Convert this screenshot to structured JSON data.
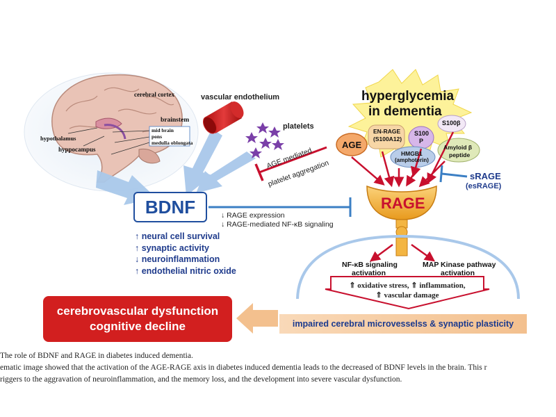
{
  "brain": {
    "cerebral_cortex": "cerebral cortex",
    "brainstem": "brainstem",
    "mid_brain": "mid brain",
    "pons": "pons",
    "medulla": "medulla oblongata",
    "hypothalamus": "hypothalamus",
    "hippocampus": "hyppocampus"
  },
  "vascular_endothelium": "vascular endothelium",
  "platelets": "platelets",
  "age_mediated": "AGE mediated",
  "platelet_aggregation": "platelet aggregation",
  "hyperglycemia_line1": "hyperglycemia",
  "hyperglycemia_line2": "in dementia",
  "ligands": {
    "age": "AGE",
    "en_rage_1": "EN-RAGE",
    "en_rage_2": "(S100A12)",
    "s100p_1": "S100",
    "s100p_2": "P",
    "s100b": "S100β",
    "hmgb1_1": "HMGB1",
    "hmgb1_2": "(amphoterin)",
    "amyloid_1": "Amyloid β",
    "amyloid_2": "peptide"
  },
  "srage_1": "sRAGE",
  "srage_2": "(esRAGE)",
  "rage": "RAGE",
  "bdnf": "BDNF",
  "rage_expression": "↓ RAGE expression",
  "rage_nfkb": "↓ RAGE-mediated NF-κB signaling",
  "effects": [
    "↑ neural cell survival",
    "↑ synaptic activity",
    "↓ neuroinflammation",
    "↑ endothelial nitric oxide"
  ],
  "nfkb_1": "NF-κB signaling",
  "nfkb_2": "activation",
  "mapk_1": "MAP Kinase pathway",
  "mapk_2": "activation",
  "oxidative_1": "⇑ oxidative stress, ⇑ inflammation,",
  "oxidative_2": "⇑ vascular damage",
  "impaired": "impaired cerebral microvesselss & synaptic plasticity",
  "dysfunction_1": "cerebrovascular dysfunction",
  "dysfunction_2": "cognitive decline",
  "caption_1": "The role of BDNF and RAGE in diabetes induced dementia.",
  "caption_2": "ematic image showed that the activation of the AGE-RAGE axis in diabetes induced dementia leads to the decreased of BDNF levels in the brain. This r",
  "caption_3": "riggers to the aggravation of neuroinflammation, and the memory loss, and the development into severe vascular dysfunction.",
  "colors": {
    "blue": "#1f4e9e",
    "red": "#c8102e",
    "gold": "#f5a623",
    "burst": "#fdf29a",
    "arrow_blue": "#a9c8ea"
  }
}
